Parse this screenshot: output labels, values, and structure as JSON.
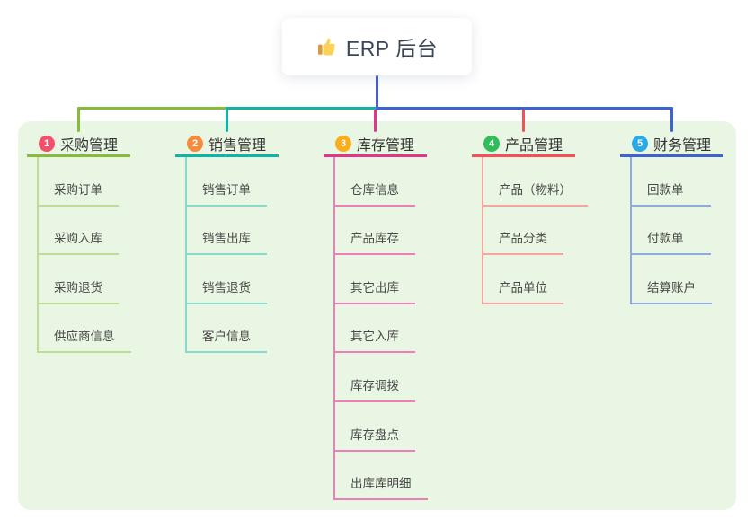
{
  "root": {
    "title": "ERP 后台",
    "icon": "thumbs-up-icon"
  },
  "colors": {
    "canvas_bg": "#FFFFFF",
    "panel_bg": "#E9F6E3",
    "stem": "#4A5FC8",
    "root_text": "#3B4656",
    "heading_text": "#333333",
    "item_text": "#4A4A4A"
  },
  "branches": [
    {
      "number": "1",
      "label": "采购管理",
      "badge_color": "#F4506B",
      "line_color": "#86BB3E",
      "light_line_color": "#BEDD94",
      "items": [
        "采购订单",
        "采购入库",
        "采购退货",
        "供应商信息"
      ]
    },
    {
      "number": "2",
      "label": "销售管理",
      "badge_color": "#F78A3B",
      "line_color": "#0FB5A4",
      "light_line_color": "#8BD8CE",
      "items": [
        "销售订单",
        "销售出库",
        "销售退货",
        "客户信息"
      ]
    },
    {
      "number": "3",
      "label": "库存管理",
      "badge_color": "#FBAD1B",
      "line_color": "#E0378C",
      "light_line_color": "#F07CBA",
      "items": [
        "仓库信息",
        "产品库存",
        "其它出库",
        "其它入库",
        "库存调拨",
        "库存盘点",
        "出库库明细"
      ]
    },
    {
      "number": "4",
      "label": "产品管理",
      "badge_color": "#2DBE58",
      "line_color": "#F54F57",
      "light_line_color": "#F9A3A1",
      "items": [
        "产品（物料）",
        "产品分类",
        "产品单位"
      ]
    },
    {
      "number": "5",
      "label": "财务管理",
      "badge_color": "#2AA9E9",
      "line_color": "#3D63D3",
      "light_line_color": "#93A9E4",
      "items": [
        "回款单",
        "付款单",
        "结算账户"
      ]
    }
  ]
}
